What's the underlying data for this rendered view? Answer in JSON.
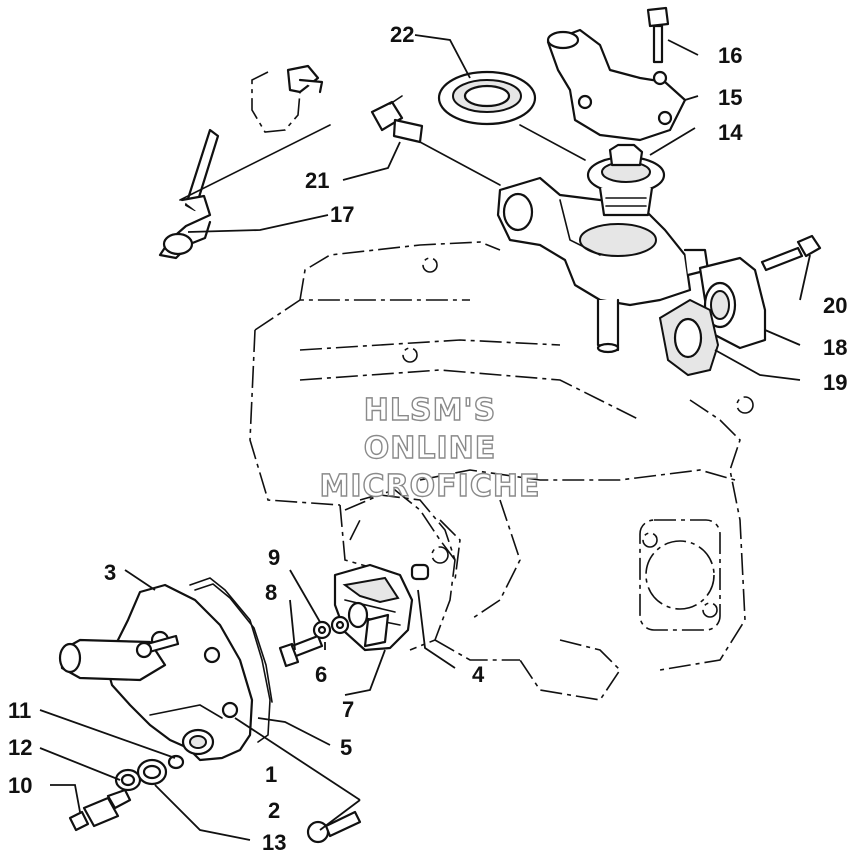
{
  "watermark": {
    "line1": "HLSM'S",
    "line2": "ONLINE",
    "line3": "MICROFICHE"
  },
  "callouts": {
    "c1": "1",
    "c2": "2",
    "c3": "3",
    "c4": "4",
    "c5": "5",
    "c6": "6",
    "c7": "7",
    "c8": "8",
    "c9": "9",
    "c10": "10",
    "c11": "11",
    "c12": "12",
    "c13": "13",
    "c14": "14",
    "c15": "15",
    "c16": "16",
    "c17": "17",
    "c18": "18",
    "c19": "19",
    "c20": "20",
    "c21": "21",
    "c22": "22"
  },
  "colors": {
    "ink": "#111111",
    "watermark_outline": "#8a8a8a",
    "background": "#ffffff"
  }
}
